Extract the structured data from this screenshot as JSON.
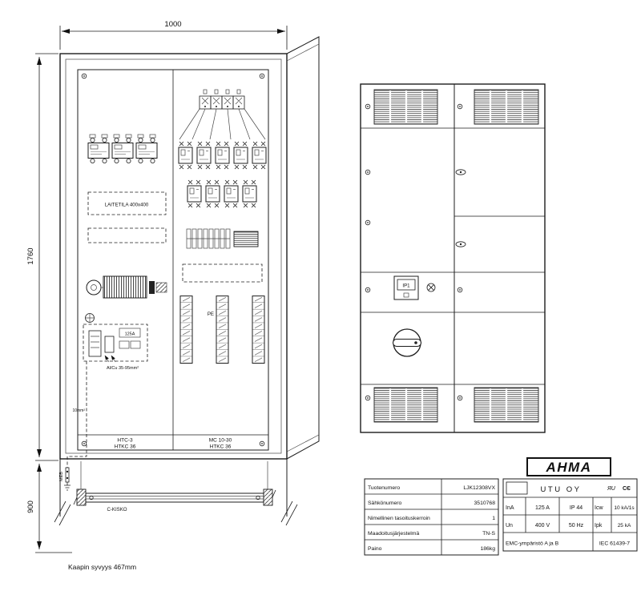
{
  "dimensions": {
    "width_mm": "1000",
    "height_mm": "1760",
    "base_height_mm": "900",
    "depth_note": "Kaapin syvyys 467mm"
  },
  "layout": {
    "laitetila": "LAITETILA  400x400",
    "fuse_rating": "125A",
    "cable_spec": "Al/Cu 35-95mm²",
    "ground_wire": "10mm²",
    "pe_label": "PE",
    "meb_label": "MEB",
    "c_rail_label": "C-KISKO",
    "left_section_type": "HTC-3",
    "left_section_frame": "HTKC 36",
    "right_section_type": "MC 10-30",
    "right_section_frame": "HTKC 36"
  },
  "front_view": {
    "ip_panel_label": "IP1"
  },
  "info_table": {
    "rows": [
      {
        "label": "Tuotenumero",
        "value": "LJK12308VX"
      },
      {
        "label": "Sähkönumero",
        "value": "3510768"
      },
      {
        "label": "Nimellinen tasoituskerroin",
        "value": "1"
      },
      {
        "label": "Maadoitusjärjestelmä",
        "value": "TN-S"
      },
      {
        "label": "Paino",
        "value": "186kg"
      }
    ]
  },
  "rating_plate": {
    "brand": "AHMA",
    "manufacturer": "UTU OY",
    "ur_mark": "ЯU",
    "ce_mark": "CЄ",
    "specs": {
      "ina_label": "InA",
      "ina_value": "125 A",
      "ip_value": "IP 44",
      "icw_label": "Icw",
      "icw_value": "10 kA/1s",
      "un_label": "Un",
      "un_value": "400 V",
      "freq_value": "50 Hz",
      "ipk_label": "Ipk",
      "ipk_value": "25 kA"
    },
    "emc": "EMC-ympäristö  A ja B",
    "standard": "IEC 61439-7"
  }
}
